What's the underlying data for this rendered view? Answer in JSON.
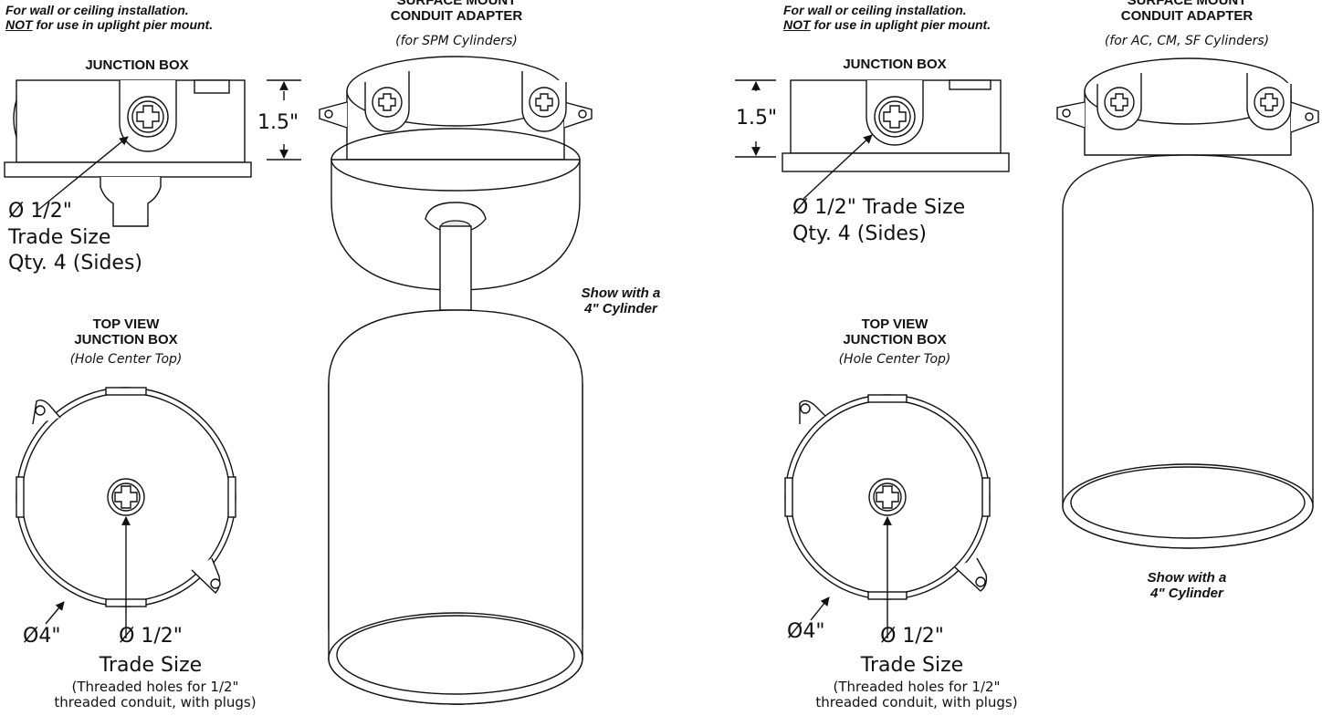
{
  "left": {
    "note_line1": "For wall or ceiling installation.",
    "note_not": "NOT",
    "note_line2_rest": " for use in uplight pier mount.",
    "junction_box_title": "JUNCTION BOX",
    "dim_height": "1.5\"",
    "side_hole_l1": "Ø 1/2\"",
    "side_hole_l2": "Trade Size",
    "side_hole_l3": "Qty. 4 (Sides)",
    "top_view_l1": "TOP VIEW",
    "top_view_l2": "JUNCTION BOX",
    "top_view_sub": "(Hole Center Top)",
    "dia": "Ø4\"",
    "center_hole_l1": "Ø 1/2\"",
    "center_hole_l2": "Trade Size",
    "threaded_l1": "(Threaded holes for 1/2\"",
    "threaded_l2": "threaded conduit, with plugs)",
    "adapter_l1": "SURFACE MOUNT",
    "adapter_l2": "CONDUIT ADAPTER",
    "adapter_sub": "(for SPM Cylinders)",
    "show_l1": "Show with a",
    "show_l2": "4\" Cylinder"
  },
  "right": {
    "note_line1": "For wall or ceiling installation.",
    "note_not": "NOT",
    "note_line2_rest": " for use in uplight pier mount.",
    "junction_box_title": "JUNCTION BOX",
    "dim_height": "1.5\"",
    "side_hole_l1": "Ø 1/2\" Trade Size",
    "side_hole_l2": "Qty. 4 (Sides)",
    "top_view_l1": "TOP VIEW",
    "top_view_l2": "JUNCTION BOX",
    "top_view_sub": "(Hole Center Top)",
    "dia": "Ø4\"",
    "center_hole_l1": "Ø 1/2\"",
    "center_hole_l2": "Trade Size",
    "threaded_l1": "(Threaded holes for 1/2\"",
    "threaded_l2": "threaded conduit, with plugs)",
    "adapter_l1": "SURFACE MOUNT",
    "adapter_l2": "CONDUIT ADAPTER",
    "adapter_sub": "(for AC, CM, SF Cylinders)",
    "show_l1": "Show with a",
    "show_l2": "4\" Cylinder"
  }
}
